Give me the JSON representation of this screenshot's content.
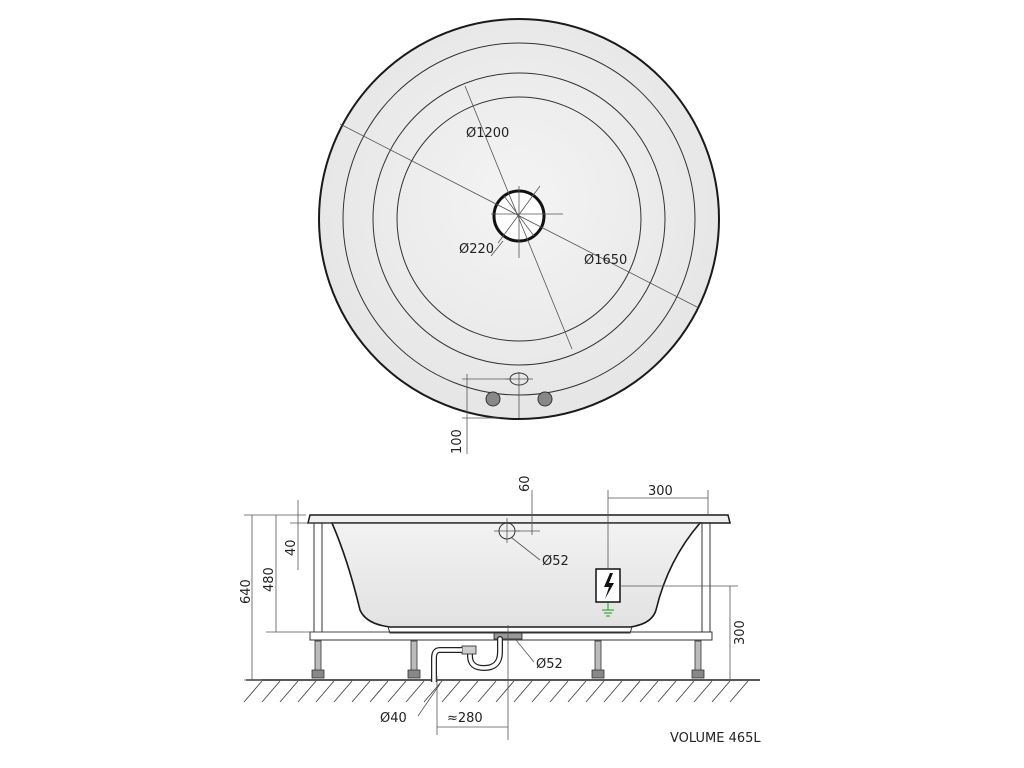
{
  "top_view": {
    "dim_outer": "Ø1650",
    "dim_inner": "Ø1200",
    "dim_drain": "Ø220",
    "dim_overflow_offset": "100"
  },
  "side_view": {
    "dim_height_total": "640",
    "dim_height_tub": "480",
    "dim_rim": "40",
    "dim_overflow_top": "60",
    "dim_overflow_diameter": "Ø52",
    "dim_box_offset": "300",
    "dim_box_height": "300",
    "dim_drain_diameter": "Ø52",
    "dim_pipe_diameter": "Ø40",
    "dim_pipe_distance": "≈280"
  },
  "volume_label": "VOLUME 465L",
  "colors": {
    "basin_fill": "#ededed",
    "line": "#222222",
    "ground_symbol": "#3aa63a"
  }
}
